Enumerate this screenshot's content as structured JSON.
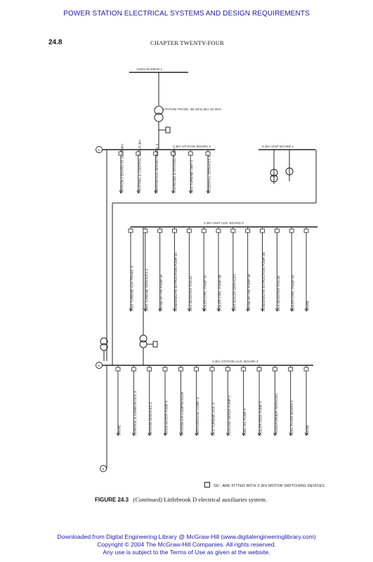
{
  "header": {
    "book_title": "POWER STATION ELECTRICAL SYSTEMS AND DESIGN REQUIREMENTS"
  },
  "page": {
    "number": "24.8",
    "chapter": "CHAPTER TWENTY-FOUR"
  },
  "figure": {
    "legend": "SD - ARE FITTED WITH 3.3kV MOTOR SWITCHING DEVICES",
    "caption_label": "FIGURE 24.3",
    "caption_continued": "(Continued)",
    "caption_text": " Littlebrook D electrical auxiliaries system."
  },
  "diagram": {
    "nodes": [
      "1",
      "5",
      "6"
    ],
    "buses": [
      "132kV BUSBAR 1",
      "3.3kV STATION BOARD 3",
      "3.3kV UNIT BOARD 1",
      "3.3kV UNIT AUX. BOARD 3",
      "3.3kV STATION AUX. BOARD 3"
    ],
    "transformer_label": "STATION TRANS. 3B 33/11.5kV 45 MVA",
    "row1_feeders": [
      "STATION 3 BOARD 3S 11.5/3.3kV",
      "STARTING & CONTROL 3S 11/3.3kV",
      "STATION AUX. BOARD TRANS. 3",
      "CHARGING & STATION PUMP",
      "GAS TURBINE UNIT 3",
      "ESSENTIAL SERVICES 3"
    ],
    "row2_feeders": [
      "UNIT TURBINE AUX TRANS. 3",
      "UNIT TURBINE SERVICES 3",
      "STAND-BY AIR PUMP 3A",
      "CONDENSATE EXTRACTION PUMP 3A",
      "GAS BOOSTER FAN 3A",
      "BOILER CIRC. PUMP 3A",
      "BOILER CIRC. PUMP 3B",
      "UNIT BOILER SERVICES",
      "STAND-BY AIR PUMP 3B",
      "CONDENSATE EXTRACTION PUMP 3B",
      "GAS BOOSTER FAN 3B",
      "BOILER CIRC. PUMP 3C",
      "SPARE"
    ],
    "row3_feeders": [
      "SPARE",
      "CONTROL & ADMIN BLOCK 3",
      "STATION SERVICES 3",
      "TOWN WATER PUMP 3",
      "STATION AIR COMPRESSOR",
      "SWITCHHOUSE COMP. 3",
      "GAS TURBINE AUX. 3",
      "COOLING WATER PUMP 3",
      "FUEL OIL PUMP 3",
      "BOILER FEED PUMP 3",
      "TRANSFORMER SERVICES",
      "COAL PLANT BOARD 3",
      "SPARE"
    ]
  }
}
